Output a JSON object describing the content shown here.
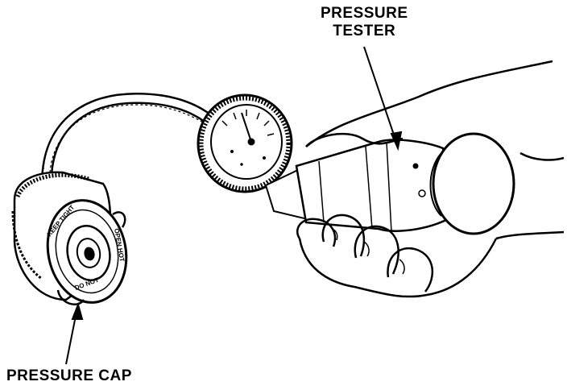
{
  "labels": {
    "tester_line1": "PRESSURE",
    "tester_line2": "TESTER",
    "cap": "PRESSURE CAP"
  },
  "cap_markings": {
    "top": "KEEP TIGHT",
    "right": "OPEN HOT",
    "bottom": "DO NOT"
  },
  "colors": {
    "ink": "#000000",
    "paper": "#ffffff"
  }
}
